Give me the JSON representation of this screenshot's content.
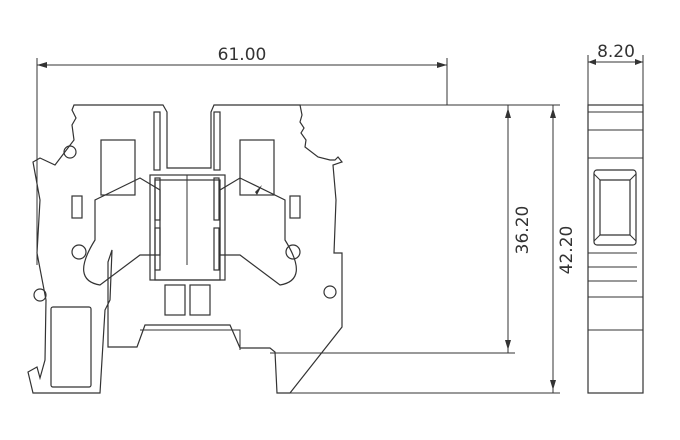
{
  "dimensions": {
    "width": "61.00",
    "inner_height": "36.20",
    "total_height": "42.20",
    "thickness": "8.20"
  }
}
